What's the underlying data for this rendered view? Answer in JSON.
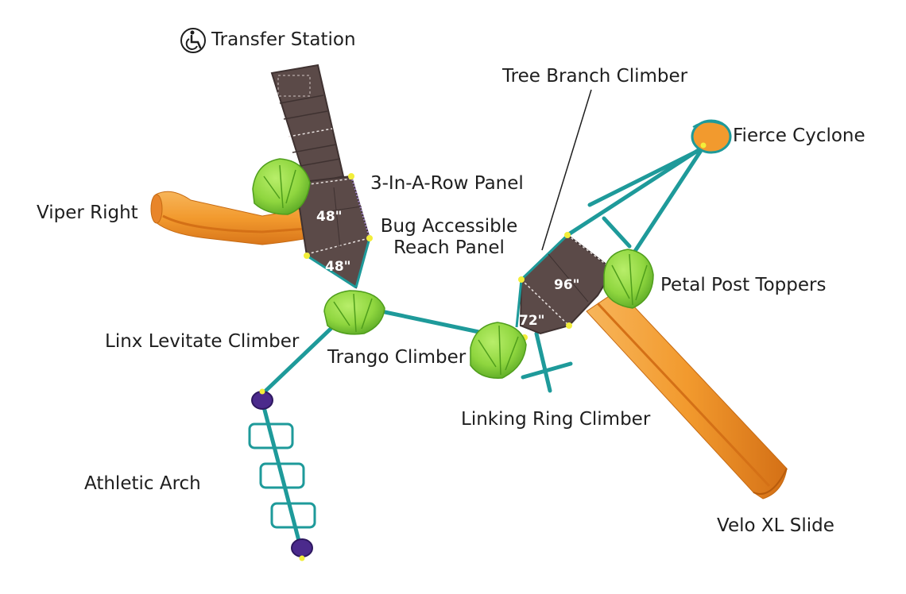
{
  "labels": {
    "transfer_station": "Transfer Station",
    "tree_branch_climber": "Tree Branch Climber",
    "fierce_cyclone": "Fierce Cyclone",
    "three_in_a_row_panel": "3-In-A-Row Panel",
    "viper_right": "Viper Right",
    "bug_accessible_line1": "Bug Accessible",
    "bug_accessible_line2": "Reach Panel",
    "petal_post_toppers": "Petal Post Toppers",
    "linx_levitate_climber": "Linx Levitate Climber",
    "trango_climber": "Trango Climber",
    "linking_ring_climber": "Linking Ring Climber",
    "athletic_arch": "Athletic Arch",
    "velo_xl_slide": "Velo XL Slide"
  },
  "deck_heights": {
    "left_upper": "48\"",
    "left_lower": "48\"",
    "right_upper": "96\"",
    "right_lower": "72\""
  },
  "icons": {
    "accessible": "wheelchair-icon"
  },
  "colors": {
    "deck": "#5b4a48",
    "deck_edge": "#3f3231",
    "post": "#1e9a9a",
    "post_dark": "#137272",
    "slide": "#f29a2e",
    "slide_dark": "#d9761a",
    "climber": "#8fd63f",
    "climber_dark": "#4f9e1c",
    "arch_end": "#4b2a8c",
    "bolt": "#f2ee3a"
  }
}
